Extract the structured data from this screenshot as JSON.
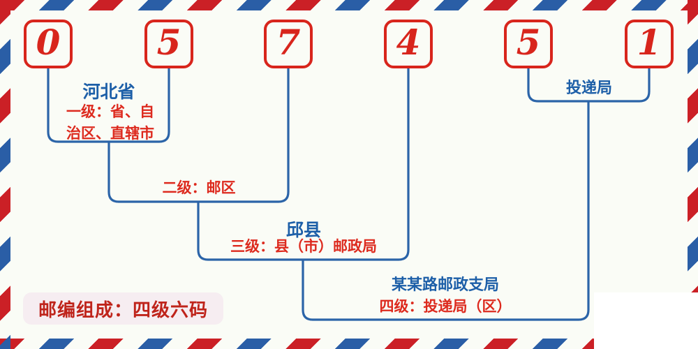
{
  "postal_code": {
    "digits": [
      "0",
      "5",
      "7",
      "4",
      "5",
      "1"
    ]
  },
  "annotations": {
    "level1": {
      "place": "河北省",
      "label_line1": "一级：省、自",
      "label_line2": "治区、直辖市"
    },
    "level2": {
      "label": "二级：邮区"
    },
    "level3": {
      "place": "邱县",
      "label": "三级：县（市）邮政局"
    },
    "level4": {
      "place": "某某路邮政支局",
      "label": "四级：投递局（区）"
    },
    "delivery": {
      "place": "投递局"
    }
  },
  "footer_badge": {
    "text": "邮编组成：四级六码"
  },
  "colors": {
    "background": "#fafcf6",
    "stripe_red": "#cb2026",
    "stripe_blue": "#2a5ea6",
    "digit_red": "#d8251c",
    "connector_blue": "#2b64a8",
    "text_blue": "#1d5fa8",
    "text_red": "#dd2a1e",
    "badge_bg": "#f6edf1",
    "badge_text": "#bf241b",
    "white_patch": "#ffffff"
  }
}
